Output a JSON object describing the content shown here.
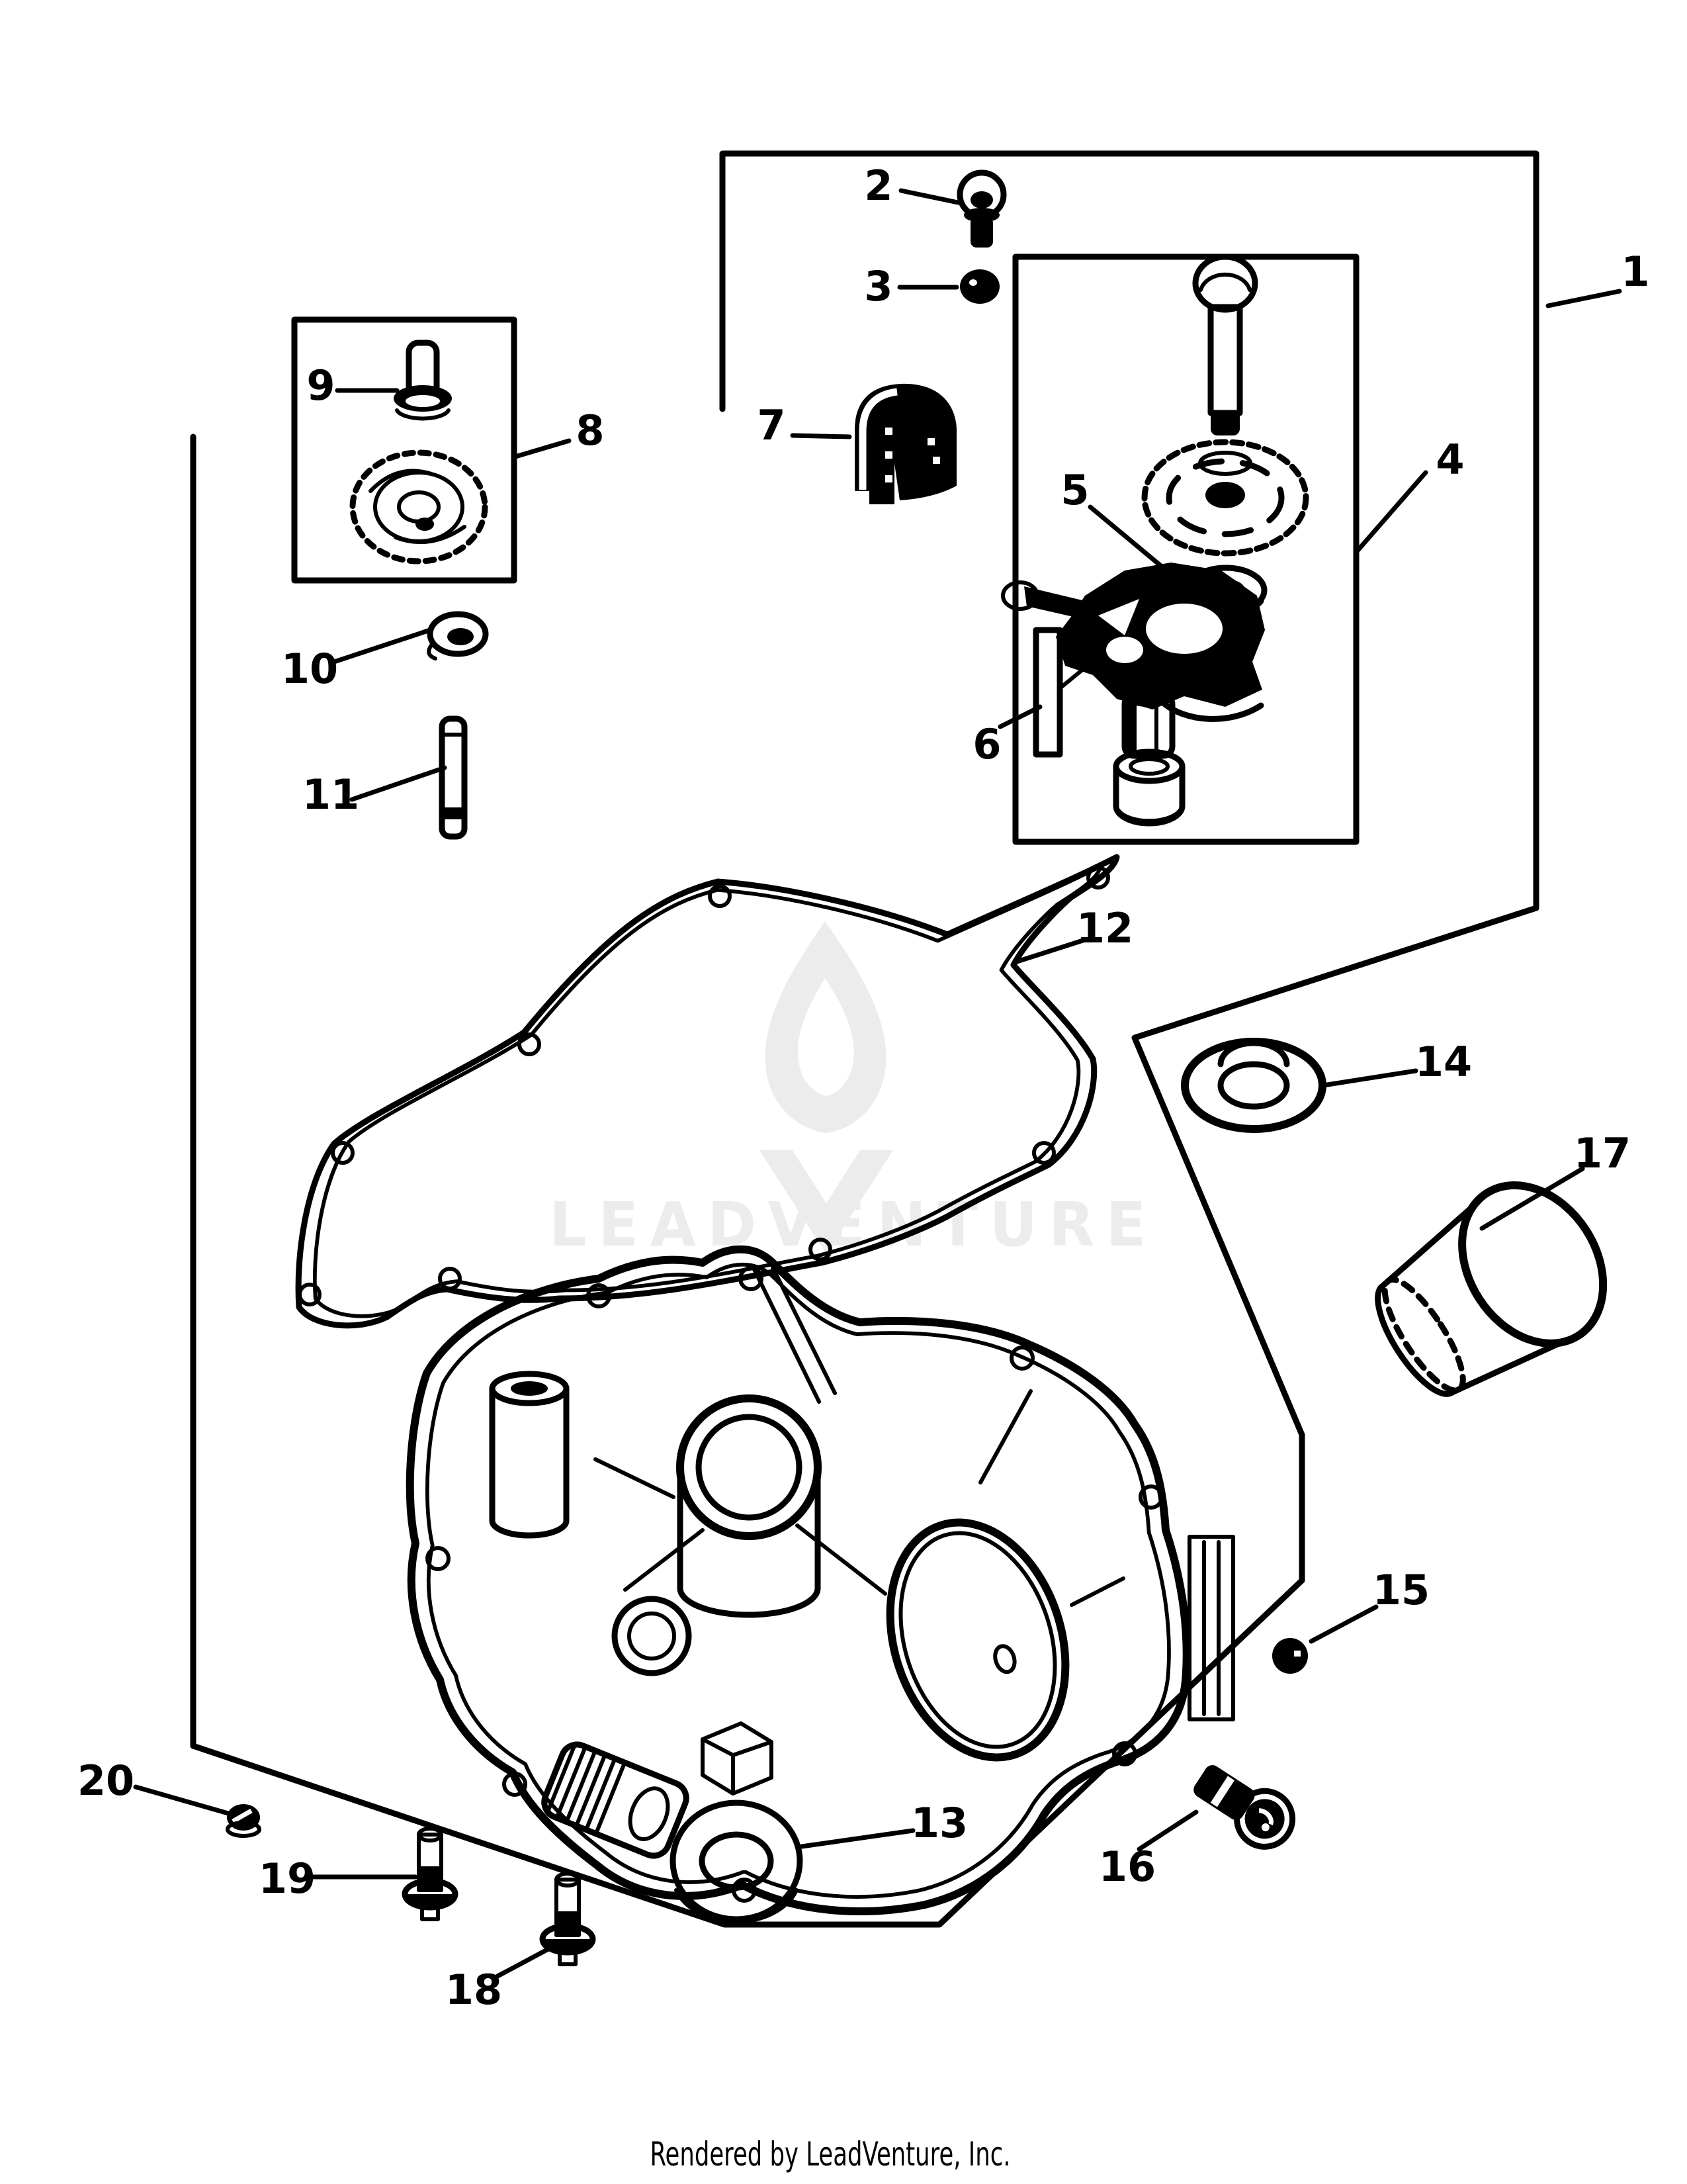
{
  "watermark": {
    "text": "LEADVENTURE",
    "color": "#ececec"
  },
  "footer": {
    "text": "Rendered by LeadVenture, Inc."
  },
  "colors": {
    "line": "#000000",
    "background": "#ffffff",
    "watermark": "#ececec"
  },
  "callouts": [
    {
      "label": "1"
    },
    {
      "label": "2"
    },
    {
      "label": "3"
    },
    {
      "label": "4"
    },
    {
      "label": "5"
    },
    {
      "label": "6"
    },
    {
      "label": "7"
    },
    {
      "label": "8"
    },
    {
      "label": "9"
    },
    {
      "label": "10"
    },
    {
      "label": "11"
    },
    {
      "label": "12"
    },
    {
      "label": "13"
    },
    {
      "label": "14"
    },
    {
      "label": "15"
    },
    {
      "label": "16"
    },
    {
      "label": "17"
    },
    {
      "label": "18"
    },
    {
      "label": "19"
    },
    {
      "label": "20"
    }
  ]
}
